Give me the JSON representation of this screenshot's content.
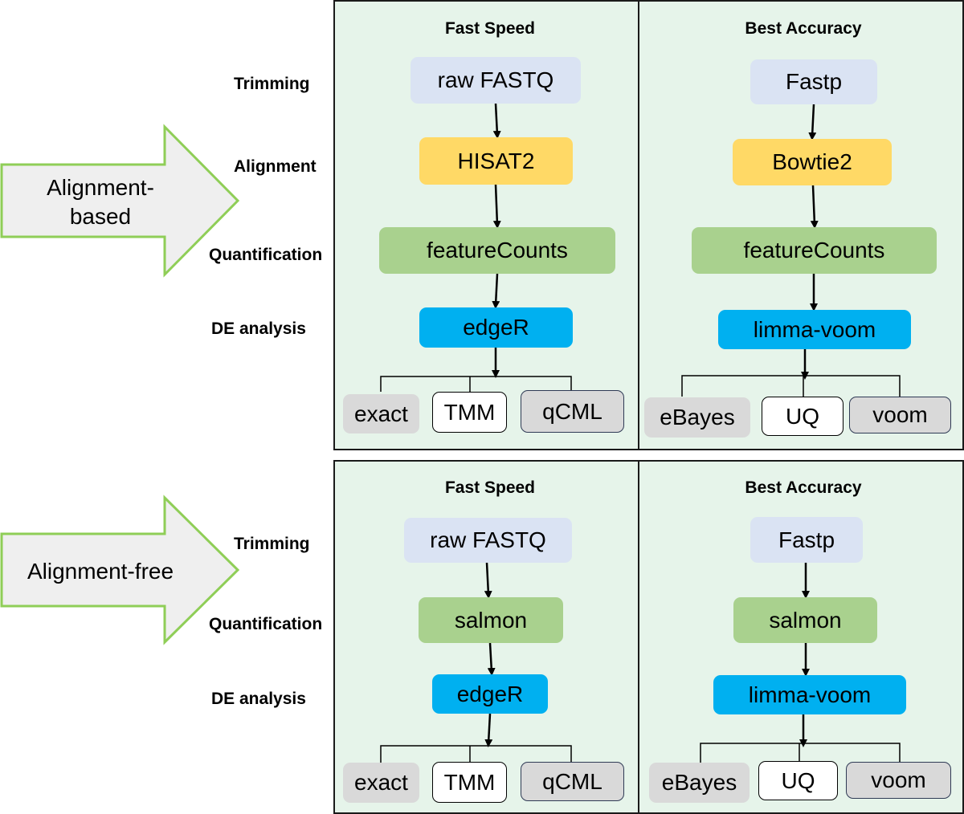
{
  "sections": {
    "alignment_based": {
      "arrow_label_line1": "Alignment-",
      "arrow_label_line2": "based",
      "steps": {
        "trimming": "Trimming",
        "alignment": "Alignment",
        "quantification": "Quantification",
        "de": "DE analysis"
      },
      "fast": {
        "title": "Fast Speed",
        "trim": "raw FASTQ",
        "align": "HISAT2",
        "quant": "featureCounts",
        "de": "edgeR",
        "methods": [
          "exact",
          "TMM",
          "qCML"
        ]
      },
      "best": {
        "title": "Best Accuracy",
        "trim": "Fastp",
        "align": "Bowtie2",
        "quant": "featureCounts",
        "de": "limma-voom",
        "methods": [
          "eBayes",
          "UQ",
          "voom"
        ]
      }
    },
    "alignment_free": {
      "arrow_label": "Alignment-free",
      "steps": {
        "trimming": "Trimming",
        "quantification": "Quantification",
        "de": "DE analysis"
      },
      "fast": {
        "title": "Fast Speed",
        "trim": "raw FASTQ",
        "quant": "salmon",
        "de": "edgeR",
        "methods": [
          "exact",
          "TMM",
          "qCML"
        ]
      },
      "best": {
        "title": "Best Accuracy",
        "trim": "Fastp",
        "quant": "salmon",
        "de": "limma-voom",
        "methods": [
          "eBayes",
          "UQ",
          "voom"
        ]
      }
    }
  },
  "colors": {
    "panel_bg": "#e6f4ea",
    "trim_node": "#dae3f3",
    "align_node": "#ffd966",
    "quant_node": "#a9d18e",
    "de_node": "#00b0f0",
    "method_gray": "#d9d9d9",
    "arrow_border": "#8fce57"
  }
}
